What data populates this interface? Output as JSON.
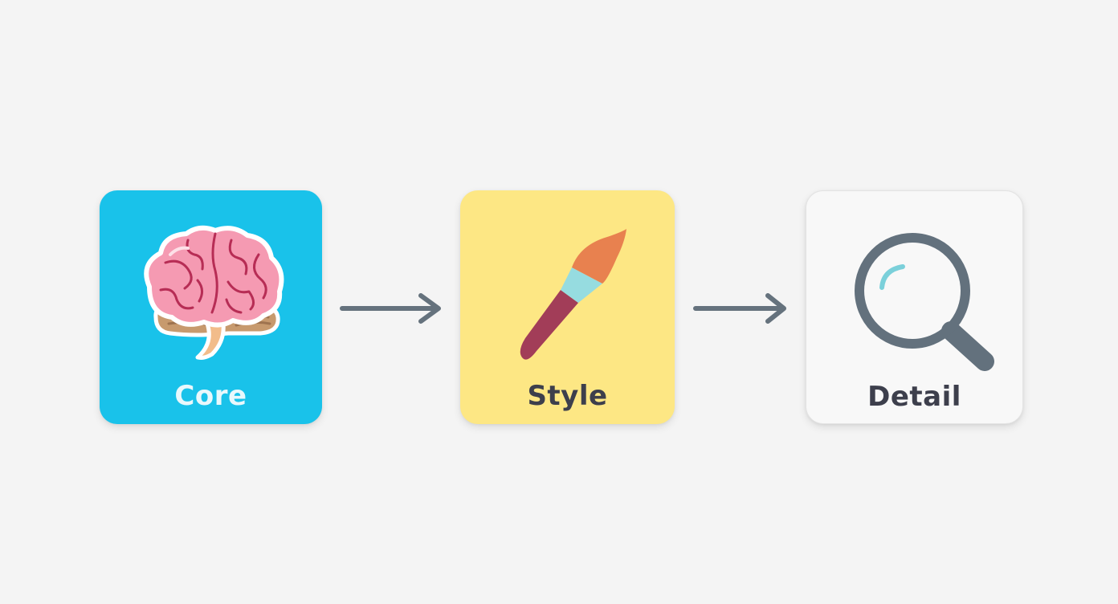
{
  "colors": {
    "background": "#f4f4f4",
    "core_card": "#19c2ea",
    "style_card": "#fde784",
    "detail_card": "#f8f8f8",
    "arrow": "#65727d",
    "core_label": "#e9f8fc",
    "style_label": "#3d3f4c",
    "detail_label": "#3d3f4c"
  },
  "steps": [
    {
      "label": "Core",
      "icon": "brain-icon"
    },
    {
      "label": "Style",
      "icon": "paintbrush-icon"
    },
    {
      "label": "Detail",
      "icon": "magnifying-glass-icon"
    }
  ]
}
